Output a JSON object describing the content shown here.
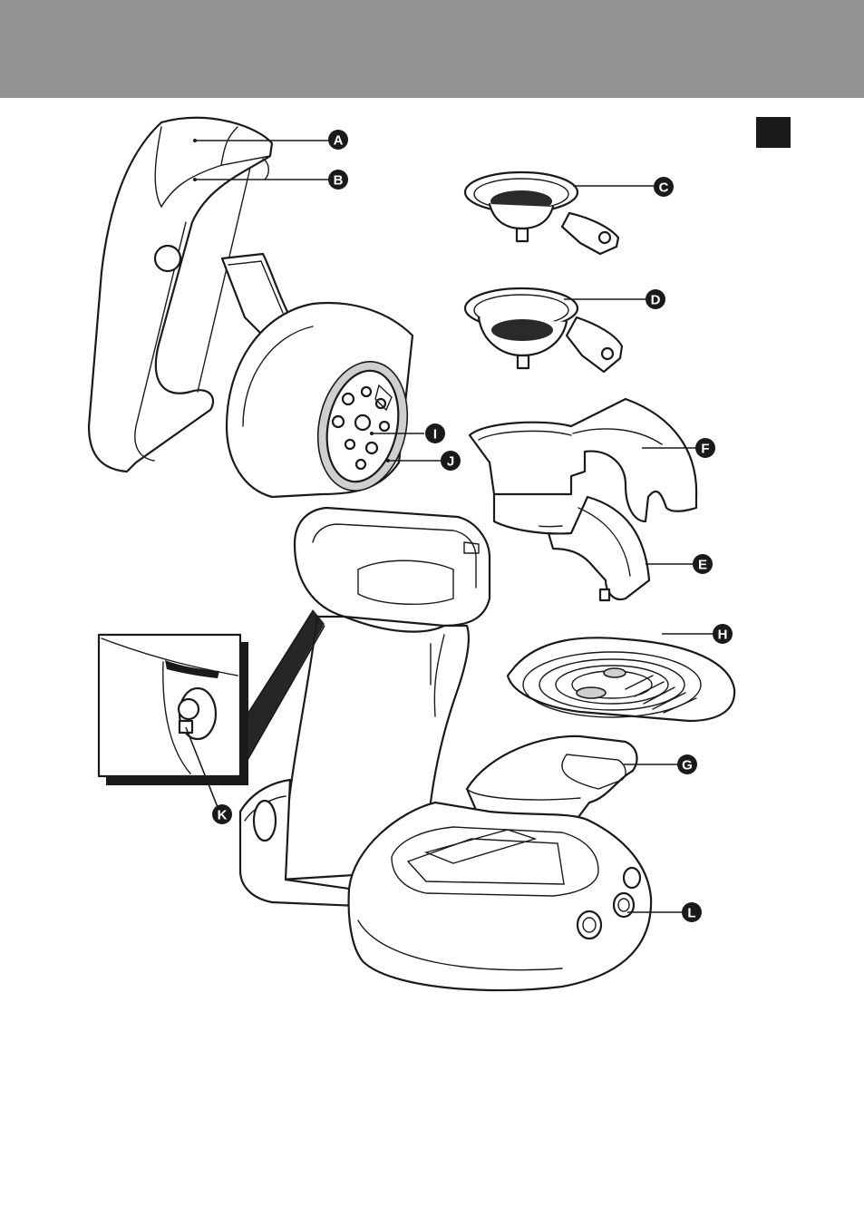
{
  "labels": {
    "a": "A",
    "b": "B",
    "c": "C",
    "d": "D",
    "e": "E",
    "f": "F",
    "g": "G",
    "h": "H",
    "i": "I",
    "j": "J",
    "k": "K",
    "l": "L"
  },
  "colors": {
    "header_band": "#949494",
    "corner_tab": "#1a1a1a",
    "line": "#1a1a1a",
    "badge": "#1a1a1a"
  }
}
